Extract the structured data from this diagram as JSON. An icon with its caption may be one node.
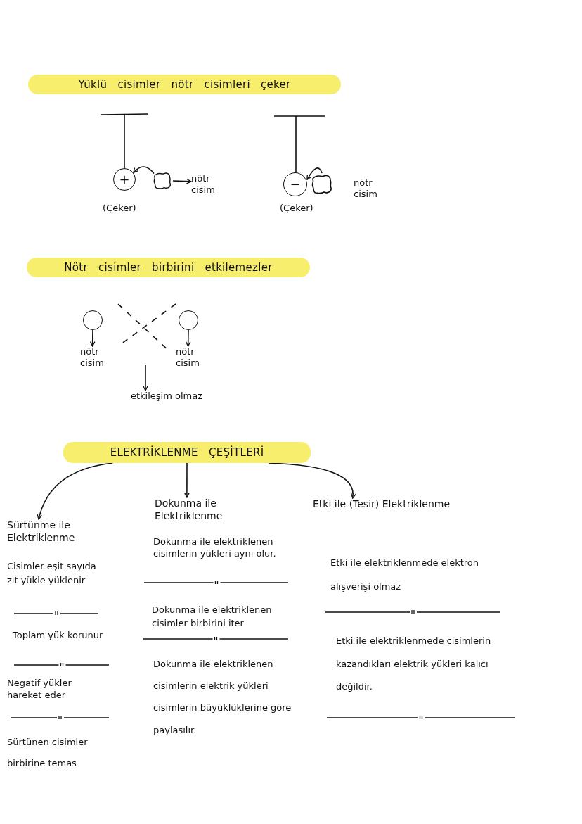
{
  "diagram": {
    "nodes": [
      {
        "text": [
          "Yüklü cisimler nötr cisimleri çeker"
        ]
      },
      {
        "text": [
          "+"
        ],
        "beside": [
          "(Çeker)"
        ]
      },
      {
        "text": [],
        "shape": "cloud"
      },
      {
        "text": [
          "nötr cisim"
        ]
      },
      {
        "text": [
          "−"
        ],
        "beside": [
          "(Çeker)"
        ]
      },
      {
        "text": [],
        "shape": "cloud",
        "beside": [
          "nötr cisim"
        ]
      },
      {
        "text": [
          "Nötr cisimler birbirini etkilemezler"
        ]
      },
      {
        "text": [],
        "shape": "circle"
      },
      {
        "text": [
          "nötr cisim"
        ]
      },
      {
        "text": [],
        "shape": "circle"
      },
      {
        "text": [
          "nötr cisim"
        ]
      },
      {
        "text": [
          "etkileşim olmaz"
        ]
      },
      {
        "text": [
          "ELEKTRİKLENME ÇEŞİTLERİ"
        ]
      },
      {
        "text": [
          "Sürtünme ile Elektriklenme"
        ]
      },
      {
        "text": [
          "Dokunma ile Elektriklenme"
        ]
      },
      {
        "text": [
          "Etki ile (Tesir) Elektriklenme"
        ]
      }
    ],
    "edges": [
      {
        "from": 2,
        "to": 1,
        "arrow": "to"
      },
      {
        "from": 2,
        "to": 3,
        "arrow": "to"
      },
      {
        "from": 5,
        "to": 4,
        "arrow": "to"
      },
      {
        "from": 7,
        "to": 8,
        "arrow": "to"
      },
      {
        "from": 9,
        "to": 10,
        "arrow": "to"
      },
      {
        "from": null,
        "to": 11,
        "arrow": "to"
      },
      {
        "from": 12,
        "to": 13,
        "arrow": "to"
      },
      {
        "from": 12,
        "to": 14,
        "arrow": "to"
      },
      {
        "from": 12,
        "to": 15,
        "arrow": "to"
      }
    ],
    "labels": [
      "Cisimler eşit sayıda zıt yükle yüklenir",
      "Toplam yük korunur",
      "Negatif yükler hareket eder",
      "Sürtünen cisimler birbirine temas",
      "Dokunma ile elektriklenen cisimlerin yükleri aynı olur.",
      "Dokunma ile elektriklenen cisimler birbirini iter",
      "Dokunma ile elektriklenen cisimlerin elektrik yükleri cisimlerin büyüklüklerine göre paylaşılır.",
      "Etki ile elektriklenmede elektron alışverişi olmaz",
      "Etki ile elektriklenmede cisimlerin kazandıkları elektrik yükleri kalıcı değildir."
    ]
  }
}
